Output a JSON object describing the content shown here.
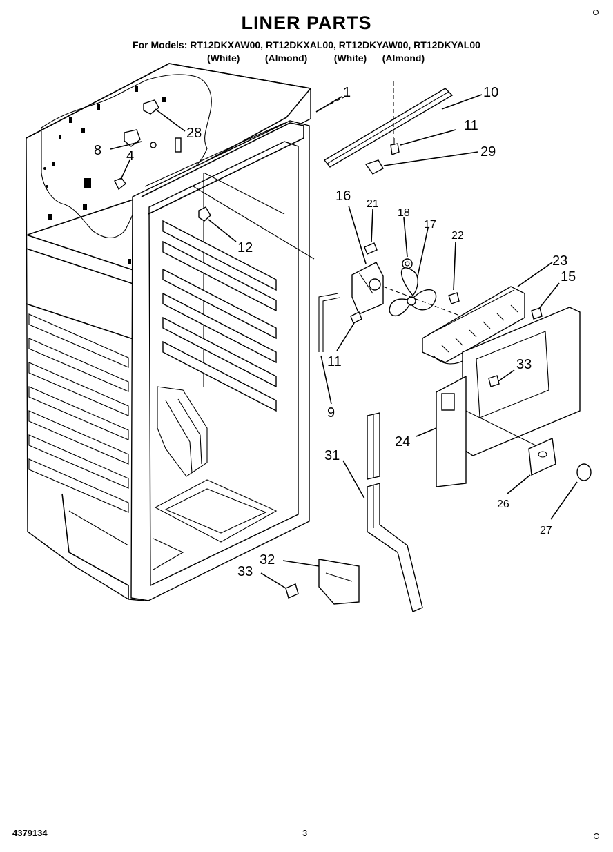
{
  "header": {
    "title": "LINER PARTS",
    "models": "For Models: RT12DKXAW00, RT12DKXAL00, RT12DKYAW00, RT12DKYAL00",
    "colors": [
      "(White)",
      "(Almond)",
      "(White)",
      "(Almond)"
    ]
  },
  "footer": {
    "doc_number": "4379134",
    "page_number": "3"
  },
  "callouts": [
    {
      "id": "c1",
      "text": "1"
    },
    {
      "id": "c10",
      "text": "10"
    },
    {
      "id": "c11a",
      "text": "11"
    },
    {
      "id": "c29",
      "text": "29"
    },
    {
      "id": "c28",
      "text": "28"
    },
    {
      "id": "c8",
      "text": "8"
    },
    {
      "id": "c4",
      "text": "4"
    },
    {
      "id": "c12",
      "text": "12"
    },
    {
      "id": "c16",
      "text": "16"
    },
    {
      "id": "c21",
      "text": "21"
    },
    {
      "id": "c18",
      "text": "18"
    },
    {
      "id": "c17",
      "text": "17"
    },
    {
      "id": "c22",
      "text": "22"
    },
    {
      "id": "c23",
      "text": "23"
    },
    {
      "id": "c15",
      "text": "15"
    },
    {
      "id": "c11b",
      "text": "11"
    },
    {
      "id": "c9",
      "text": "9"
    },
    {
      "id": "c33a",
      "text": "33"
    },
    {
      "id": "c24",
      "text": "24"
    },
    {
      "id": "c31",
      "text": "31"
    },
    {
      "id": "c26",
      "text": "26"
    },
    {
      "id": "c27",
      "text": "27"
    },
    {
      "id": "c32",
      "text": "32"
    },
    {
      "id": "c33b",
      "text": "33"
    }
  ]
}
